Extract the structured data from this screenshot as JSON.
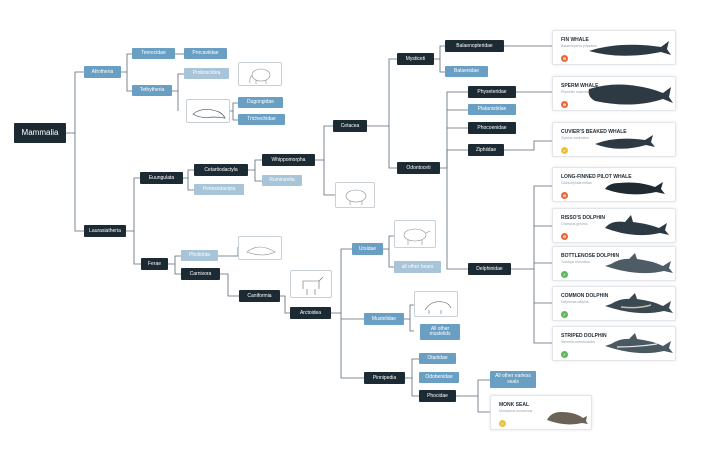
{
  "root": "Mammalia",
  "nodes": {
    "afrotheria": "Afrotheria",
    "tenrecidae": "Tenrecidae",
    "procaviidae": "Procaviidae",
    "tethytheria": "Tethytheria",
    "proboscidea": "Proboscidea",
    "dugongidae": "Dugongidae",
    "trichechidae": "Trichechidae",
    "laurasiatheria": "Laurasiatheria",
    "euungulata": "Euungulata",
    "cetartiodactyla": "Cetartiodactyla",
    "perissodactyla": "Perissodactyla",
    "whippomorpha": "Whippomorpha",
    "ruminantia": "Ruminantia",
    "cetacea": "Cetacea",
    "mysticeti": "Mysticeti",
    "odontoceti": "Odontoceti",
    "balaenopteridae": "Balaenopteridae",
    "balaenidae": "Balaenidae",
    "physeteridae": "Physeteridae",
    "platanistidae": "Platanistidae",
    "phocoenidae": "Phocoenidae",
    "ziphiidae": "Ziphiidae",
    "delphinidae": "Delphinidae",
    "ferae": "Ferae",
    "pholidota": "Pholidota",
    "carnivora": "Carnivora",
    "caniformia": "Caniformia",
    "arctoidea": "Arctoidea",
    "ursidae": "Ursidae",
    "other_bears": "all other bears",
    "mustelidae": "Mustelidae",
    "other_mustelids": "All other mustelids",
    "pinnipedia": "Pinnipedia",
    "otariidae": "Otariidae",
    "odobenidae": "Odobenidae",
    "phocidae": "Phocidae",
    "other_seals": "All other earless seals"
  },
  "species": [
    {
      "name": "FIN WHALE",
      "sci": "Balaenoptera physalus",
      "status": "vulnerable",
      "color": "#e8653a"
    },
    {
      "name": "SPERM WHALE",
      "sci": "Physeter macrocephalus",
      "status": "vulnerable",
      "color": "#e8653a"
    },
    {
      "name": "CUVIER'S BEAKED WHALE",
      "sci": "Ziphius cavirostris",
      "status": "least concern",
      "color": "#e8c33a"
    },
    {
      "name": "LONG-FINNED PILOT WHALE",
      "sci": "Globicephala melas",
      "status": "vulnerable",
      "color": "#e8653a"
    },
    {
      "name": "RISSO'S DOLPHIN",
      "sci": "Grampus griseus",
      "status": "vulnerable",
      "color": "#e8653a"
    },
    {
      "name": "BOTTLENOSE DOLPHIN",
      "sci": "Tursiops truncatus",
      "status": "least concern",
      "color": "#5cb85c"
    },
    {
      "name": "COMMON DOLPHIN",
      "sci": "Delphinus delphis",
      "status": "least concern",
      "color": "#5cb85c"
    },
    {
      "name": "STRIPED DOLPHIN",
      "sci": "Stenella coeruleoalba",
      "status": "least concern",
      "color": "#5cb85c"
    },
    {
      "name": "MONK SEAL",
      "sci": "Monachus monachus",
      "status": "vulnerable",
      "color": "#e8c33a"
    }
  ],
  "colors": {
    "dark": "#1c2a33",
    "mid": "#6a9fc4",
    "light": "#a7c4d8",
    "line": "#5a6a75"
  }
}
